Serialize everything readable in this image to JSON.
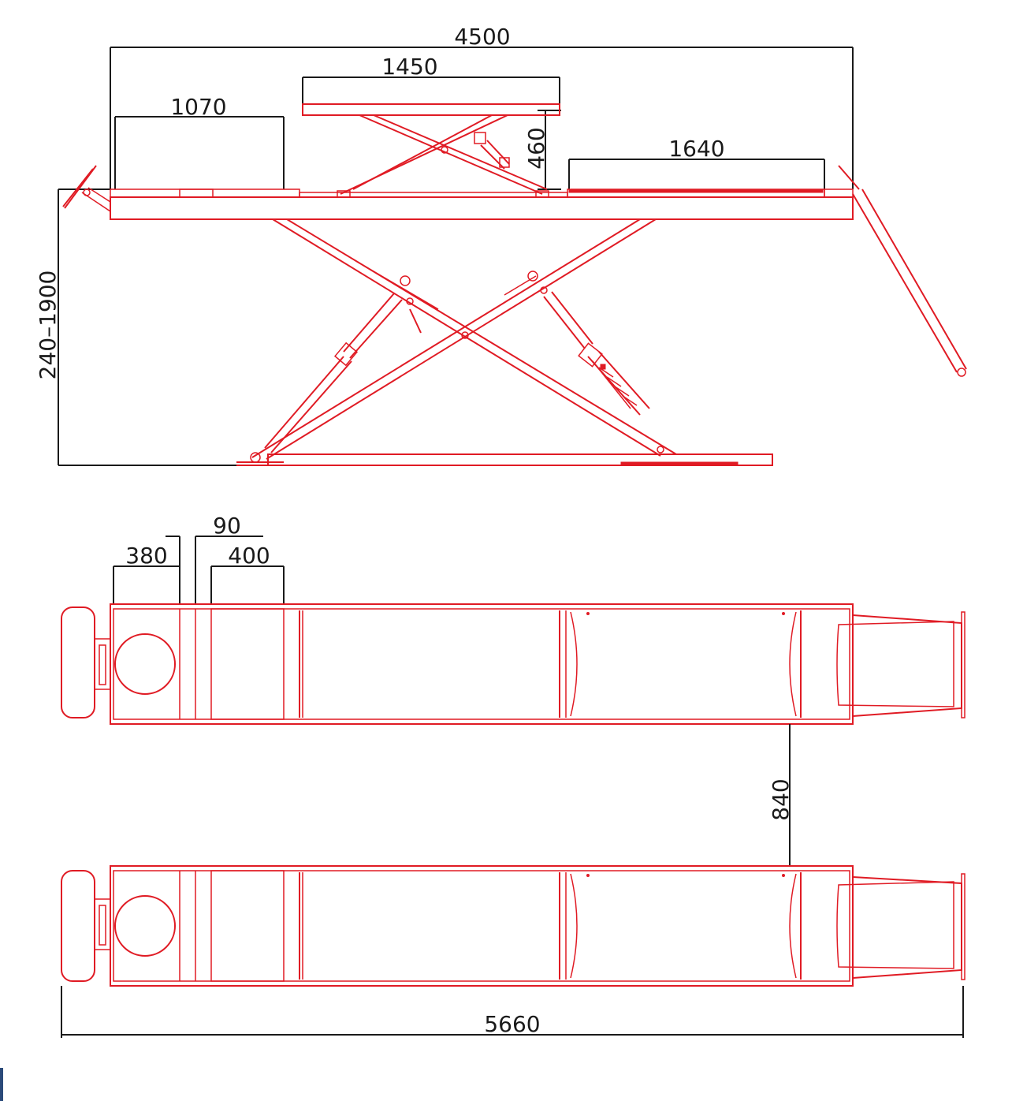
{
  "colors": {
    "lift": "#e01b24",
    "dimension": "#1a1a1a",
    "corner_mark": "#2b4a7a"
  },
  "side_view": {
    "dim_overall_length": "4500",
    "dim_secondary_platform_length": "1450",
    "dim_left_runway_section": "1070",
    "dim_secondary_lift_height": "460",
    "dim_right_runway_section": "1640",
    "dim_lift_height_range": "240–1900"
  },
  "top_view": {
    "dim_380": "380",
    "dim_90": "90",
    "dim_400": "400",
    "dim_runway_gap": "840",
    "dim_total_length_with_ramps": "5660"
  }
}
